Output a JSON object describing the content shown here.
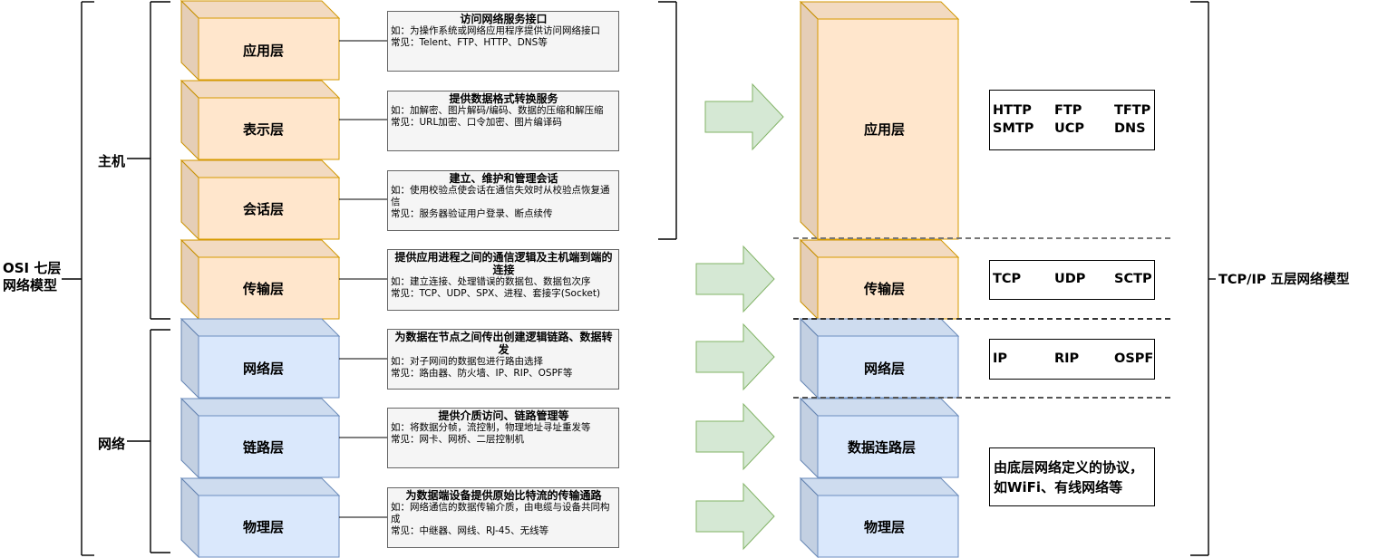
{
  "osi": {
    "title": [
      "OSI 七层",
      "网络模型"
    ],
    "group_host": "主机",
    "group_network": "网络",
    "layers": [
      {
        "name": "应用层",
        "kind": "host",
        "desc_title": "访问网络服务接口",
        "desc_lines": [
          "如：为操作系统或网络应用程序提供访问网络接口",
          "常见：Telent、FTP、HTTP、DNS等"
        ]
      },
      {
        "name": "表示层",
        "kind": "host",
        "desc_title": "提供数据格式转换服务",
        "desc_lines": [
          "如：加解密、图片解码/编码、数据的压缩和解压缩",
          "常见：URL加密、口令加密、图片编译码"
        ]
      },
      {
        "name": "会话层",
        "kind": "host",
        "desc_title": "建立、维护和管理会话",
        "desc_lines": [
          "如：使用校验点使会话在通信失效时从校验点恢复通信",
          "常见：服务器验证用户登录、断点续传"
        ]
      },
      {
        "name": "传输层",
        "kind": "host",
        "desc_title": "提供应用进程之间的通信逻辑及主机端到端的连接",
        "desc_lines": [
          "如：建立连接、处理错误的数据包、数据包次序",
          "常见：TCP、UDP、SPX、进程、套接字(Socket)"
        ]
      },
      {
        "name": "网络层",
        "kind": "net",
        "desc_title": "为数据在节点之间传出创建逻辑链路、数据转发",
        "desc_lines": [
          "如：对子网间的数据包进行路由选择",
          "常见：路由器、防火墙、IP、RIP、OSPF等"
        ]
      },
      {
        "name": "链路层",
        "kind": "net",
        "desc_title": "提供介质访问、链路管理等",
        "desc_lines": [
          "如：将数据分帧，流控制，物理地址寻址重发等",
          "常见：网卡、网桥、二层控制机"
        ]
      },
      {
        "name": "物理层",
        "kind": "net",
        "desc_title": "为数据端设备提供原始比特流的传输通路",
        "desc_lines": [
          "如：网络通信的数据传输介质，由电缆与设备共同构成",
          "常见：中继器、网线、RJ-45、无线等"
        ]
      }
    ]
  },
  "tcpip": {
    "title": "TCP/IP 五层网络模型",
    "layers": [
      {
        "name": "应用层",
        "kind": "host"
      },
      {
        "name": "传输层",
        "kind": "host"
      },
      {
        "name": "网络层",
        "kind": "net"
      },
      {
        "name": "数据连路层",
        "kind": "net"
      },
      {
        "name": "物理层",
        "kind": "net"
      }
    ],
    "protocols": {
      "application": [
        "HTTP",
        "FTP",
        "TFTP",
        "SMTP",
        "UCP",
        "DNS"
      ],
      "transport": [
        "TCP",
        "UDP",
        "SCTP"
      ],
      "network": [
        "IP",
        "RIP",
        "OSPF"
      ],
      "link_physical_note": [
        "由底层网络定义的协议，",
        "如WiFi、有线网络等"
      ]
    }
  },
  "colors": {
    "host_fill": "#ffe6cc",
    "host_stroke": "#d79b00",
    "net_fill": "#dae8fc",
    "net_stroke": "#6c8ebf",
    "arrow_fill": "#d5e8d4",
    "arrow_stroke": "#82b366",
    "desc_fill": "#f5f5f5",
    "desc_stroke": "#666666"
  }
}
